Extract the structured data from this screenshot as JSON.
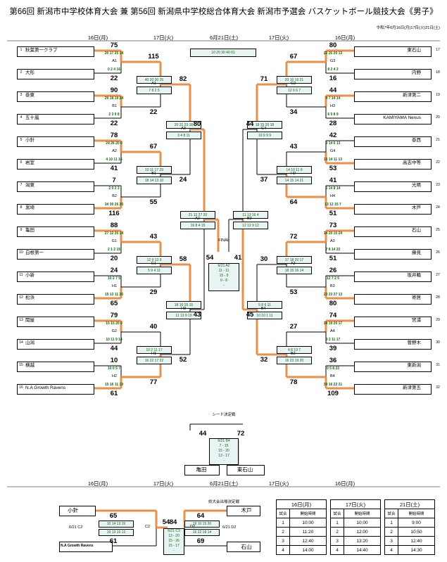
{
  "title": "第66回 新潟市中学校体育大会 兼 第56回 新潟県中学校総合体育大会 新潟市予選会 バスケットボール競技大会《男子》",
  "date_note": "令和7年6月16日(月)17日(火)21日(土)",
  "headers": {
    "d16": "16日(月)",
    "d17": "17日(火)",
    "d21": "6月21日(土)",
    "seed_label": "シード決定戦",
    "final_label": "FINAL",
    "kenta_label": "県大会出場決定戦"
  },
  "center_periods": "10  20  30  40  01",
  "left_teams": [
    {
      "n": "1",
      "name": "秋葉第一クラブ"
    },
    {
      "n": "2",
      "name": "大形"
    },
    {
      "n": "3",
      "name": "巻東"
    },
    {
      "n": "4",
      "name": "五十嵐"
    },
    {
      "n": "5",
      "name": "小針"
    },
    {
      "n": "6",
      "name": "岩室"
    },
    {
      "n": "7",
      "name": "潟東"
    },
    {
      "n": "8",
      "name": "黒埼"
    },
    {
      "n": "9",
      "name": "亀田"
    },
    {
      "n": "10",
      "name": "白根第一"
    },
    {
      "n": "11",
      "name": "小新"
    },
    {
      "n": "12",
      "name": "松浜"
    },
    {
      "n": "13",
      "name": "関屋"
    },
    {
      "n": "14",
      "name": "山潟"
    },
    {
      "n": "15",
      "name": "横越"
    },
    {
      "n": "16",
      "name": "N.A Growth Ravens"
    }
  ],
  "right_teams": [
    {
      "n": "17",
      "name": "東石山"
    },
    {
      "n": "18",
      "name": "内野"
    },
    {
      "n": "19",
      "name": "新津第二"
    },
    {
      "n": "20",
      "name": "KAMIYAMA Nexus"
    },
    {
      "n": "21",
      "name": "巻西"
    },
    {
      "n": "22",
      "name": "高志中等"
    },
    {
      "n": "23",
      "name": "光晴"
    },
    {
      "n": "24",
      "name": "木戸"
    },
    {
      "n": "25",
      "name": "石山"
    },
    {
      "n": "26",
      "name": "藤見"
    },
    {
      "n": "27",
      "name": "坂井輪"
    },
    {
      "n": "28",
      "name": "寄居"
    },
    {
      "n": "29",
      "name": "宮浦"
    },
    {
      "n": "30",
      "name": "曽野木"
    },
    {
      "n": "31",
      "name": "東新潟"
    },
    {
      "n": "32",
      "name": "新津第五"
    }
  ],
  "left_r1": [
    {
      "g": "A1",
      "s1": "75",
      "s2": "22",
      "p1": "20 17 25 14",
      "p2": "0 2 4 16"
    },
    {
      "g": "B1",
      "s1": "90",
      "s2": "22",
      "p1": "29 18 19 24",
      "p2": "2 3 9 8"
    },
    {
      "g": "A2",
      "s1": "78",
      "s2": "41",
      "p1": "24 26 20 8",
      "p2": "4 10 11 16"
    },
    {
      "g": "B2",
      "s1": "7",
      "s2": "116",
      "p1": "2 0 2 3",
      "p2": "34 30 26 26"
    },
    {
      "g": "G1",
      "s1": "88",
      "s2": "20",
      "p1": "27 12 35 14",
      "p2": "2 1 2 15"
    },
    {
      "g": "H1",
      "s1": "24",
      "s2": "65",
      "p1": "10 2 7 5",
      "p2": "15 13 11 26"
    },
    {
      "g": "G2",
      "s1": "79",
      "s2": "44",
      "p1": "15 15 20 9",
      "p2": "10 11 9 14"
    },
    {
      "g": "H2",
      "s1": "10",
      "s2": "61",
      "p1": "10 0 5 7",
      "p2": "15 16 11 19"
    }
  ],
  "left_r2": [
    {
      "g": "A1",
      "s1": "115",
      "s2": "22",
      "p1": "40 20 30 25",
      "p2": "7 8 2 5"
    },
    {
      "g": "B1",
      "s1": "67",
      "s2": "55",
      "p1": "10 11 17 29",
      "p2": "18 14 13 10"
    },
    {
      "g": "G1",
      "s1": "43",
      "s2": "29",
      "p1": "12 9 13 9",
      "p2": "5 9 4 11"
    },
    {
      "g": "H1",
      "s1": "40",
      "s2": "77",
      "p1": "10 2 11 17",
      "p2": "16 22 17 22"
    }
  ],
  "left_r3": [
    {
      "g": "A3",
      "s1": "82",
      "s2": "24",
      "p1": "20 21 23 18",
      "p2": "3 4 8 11"
    },
    {
      "g": "H3",
      "s1": "58",
      "s2": "52",
      "p1": "18 10 15 15",
      "p2": "11 13 9 19"
    }
  ],
  "left_r4": {
    "g": "A2",
    "s1": "80",
    "s2": "43",
    "p1": "21 12 27 20",
    "p2": "16 8 4 15"
  },
  "right_r1": [
    {
      "g": "G3",
      "s1": "80",
      "s2": "16",
      "p1": "22 25 20 13",
      "p2": "8 2 4 2"
    },
    {
      "g": "H3",
      "s1": "44",
      "s2": "28",
      "p1": "9 7 14 14",
      "p2": "6 5 8 9"
    },
    {
      "g": "G4",
      "s1": "42",
      "s2": "53",
      "p1": "9 14 6 13",
      "p2": "15 14 11 13"
    },
    {
      "g": "H4",
      "s1": "41",
      "s2": "51",
      "p1": "5 14 8 14",
      "p2": "13 12 15 7"
    },
    {
      "g": "A3",
      "s1": "73",
      "s2": "51",
      "p1": "14 20 15 24",
      "p2": "7 8 14 22"
    },
    {
      "g": "B3",
      "s1": "26",
      "s2": "80",
      "p1": "12 7 2 5",
      "p2": "23 23 27 13"
    },
    {
      "g": "A4",
      "s1": "74",
      "s2": "39",
      "p1": "18 19 20 17",
      "p2": "9 2 11 17"
    },
    {
      "g": "B4",
      "s1": "36",
      "s2": "109",
      "p1": "0 5 8 23",
      "p2": "30 16 22 21"
    }
  ],
  "right_r2": [
    {
      "g": "G2",
      "s1": "67",
      "s2": "34",
      "p1": "20 10 16 21",
      "p2": "12 9 6 7"
    },
    {
      "g": "H2",
      "s1": "43",
      "s2": "64",
      "p1": "14 10 11 8",
      "p2": "14 15 14 21"
    },
    {
      "g": "A2",
      "s1": "72",
      "s2": "53",
      "p1": "17 18 20 17",
      "p2": "18 15 16 14"
    },
    {
      "g": "B2",
      "s1": "27",
      "s2": "78",
      "p1": "4 8 10 7",
      "p2": "16 23 19 20"
    }
  ],
  "right_r3": [
    {
      "g": "G4",
      "s1": "71",
      "s2": "37",
      "p1": "18 15 20 18",
      "p2": "10 9 9 9"
    },
    {
      "g": "B4",
      "s1": "30",
      "s2": "32",
      "p1": "5 8 6 11",
      "p2": "10 10 1 11"
    }
  ],
  "right_r4": {
    "g": "B2",
    "s1": "44",
    "s2": "45",
    "p1": "11 13 16 4",
    "p2": "12 12 9 12"
  },
  "final_game": {
    "g": "A2",
    "s1": "54",
    "s2": "41",
    "q": [
      [
        "11",
        "-",
        "11"
      ],
      [
        "15",
        "-",
        "9"
      ],
      [
        "9",
        "-",
        "8"
      ],
      [
        "",
        "-",
        ""
      ]
    ],
    "code": "6/21 A2"
  },
  "seed_game": {
    "g": "B4",
    "s1": "44",
    "s2": "72",
    "t1": "亀田",
    "t2": "東石山",
    "q": [
      [
        "7",
        "-",
        "15"
      ],
      [
        "15",
        "-",
        "20"
      ],
      [
        "13",
        "-",
        "17"
      ],
      [
        "",
        "-",
        ""
      ]
    ],
    "code": "6/21 B4"
  },
  "kenta": {
    "t1": "小針",
    "t2": "N.A Growth Ravens",
    "t3": "木戸",
    "t4": "石山",
    "c2": {
      "g": "C2",
      "s1": "65",
      "s2": "61",
      "p1": "10 14 13 19",
      "p2": "19 13 16 13",
      "code": "6/21 C2"
    },
    "d2": {
      "g": "D2",
      "s1": "64",
      "s2": "69",
      "p1": "19 10 15 20",
      "p2": "16 22 18 14",
      "code": "6/21 D2"
    },
    "c3": {
      "s1": "54",
      "s2": "84",
      "q": [
        [
          "13",
          "-",
          "20"
        ],
        [
          "15",
          "-",
          "26"
        ],
        [
          "15",
          "-",
          "17"
        ],
        [
          "",
          "-",
          ""
        ]
      ],
      "code": "6/21 C3"
    }
  },
  "schedule": {
    "days": [
      "16日(月)",
      "17日(火)",
      "21日(土)"
    ],
    "col_a": "試合",
    "col_b": "開始時間",
    "rows16": [
      [
        "1",
        "10:00"
      ],
      [
        "2",
        "11:20"
      ],
      [
        "3",
        "12:40"
      ],
      [
        "4",
        "14:00"
      ]
    ],
    "rows17": [
      [
        "1",
        "10:00"
      ],
      [
        "2",
        "12:00"
      ],
      [
        "3",
        "13:20"
      ],
      [
        "4",
        "14:40"
      ]
    ],
    "rows21": [
      [
        "1",
        "9:00"
      ],
      [
        "2",
        "10:50"
      ],
      [
        "3",
        "12:40"
      ],
      [
        "4",
        "14:30"
      ]
    ]
  },
  "colors": {
    "advance": "#e8904a",
    "line": "#000000",
    "period": "#116611"
  }
}
